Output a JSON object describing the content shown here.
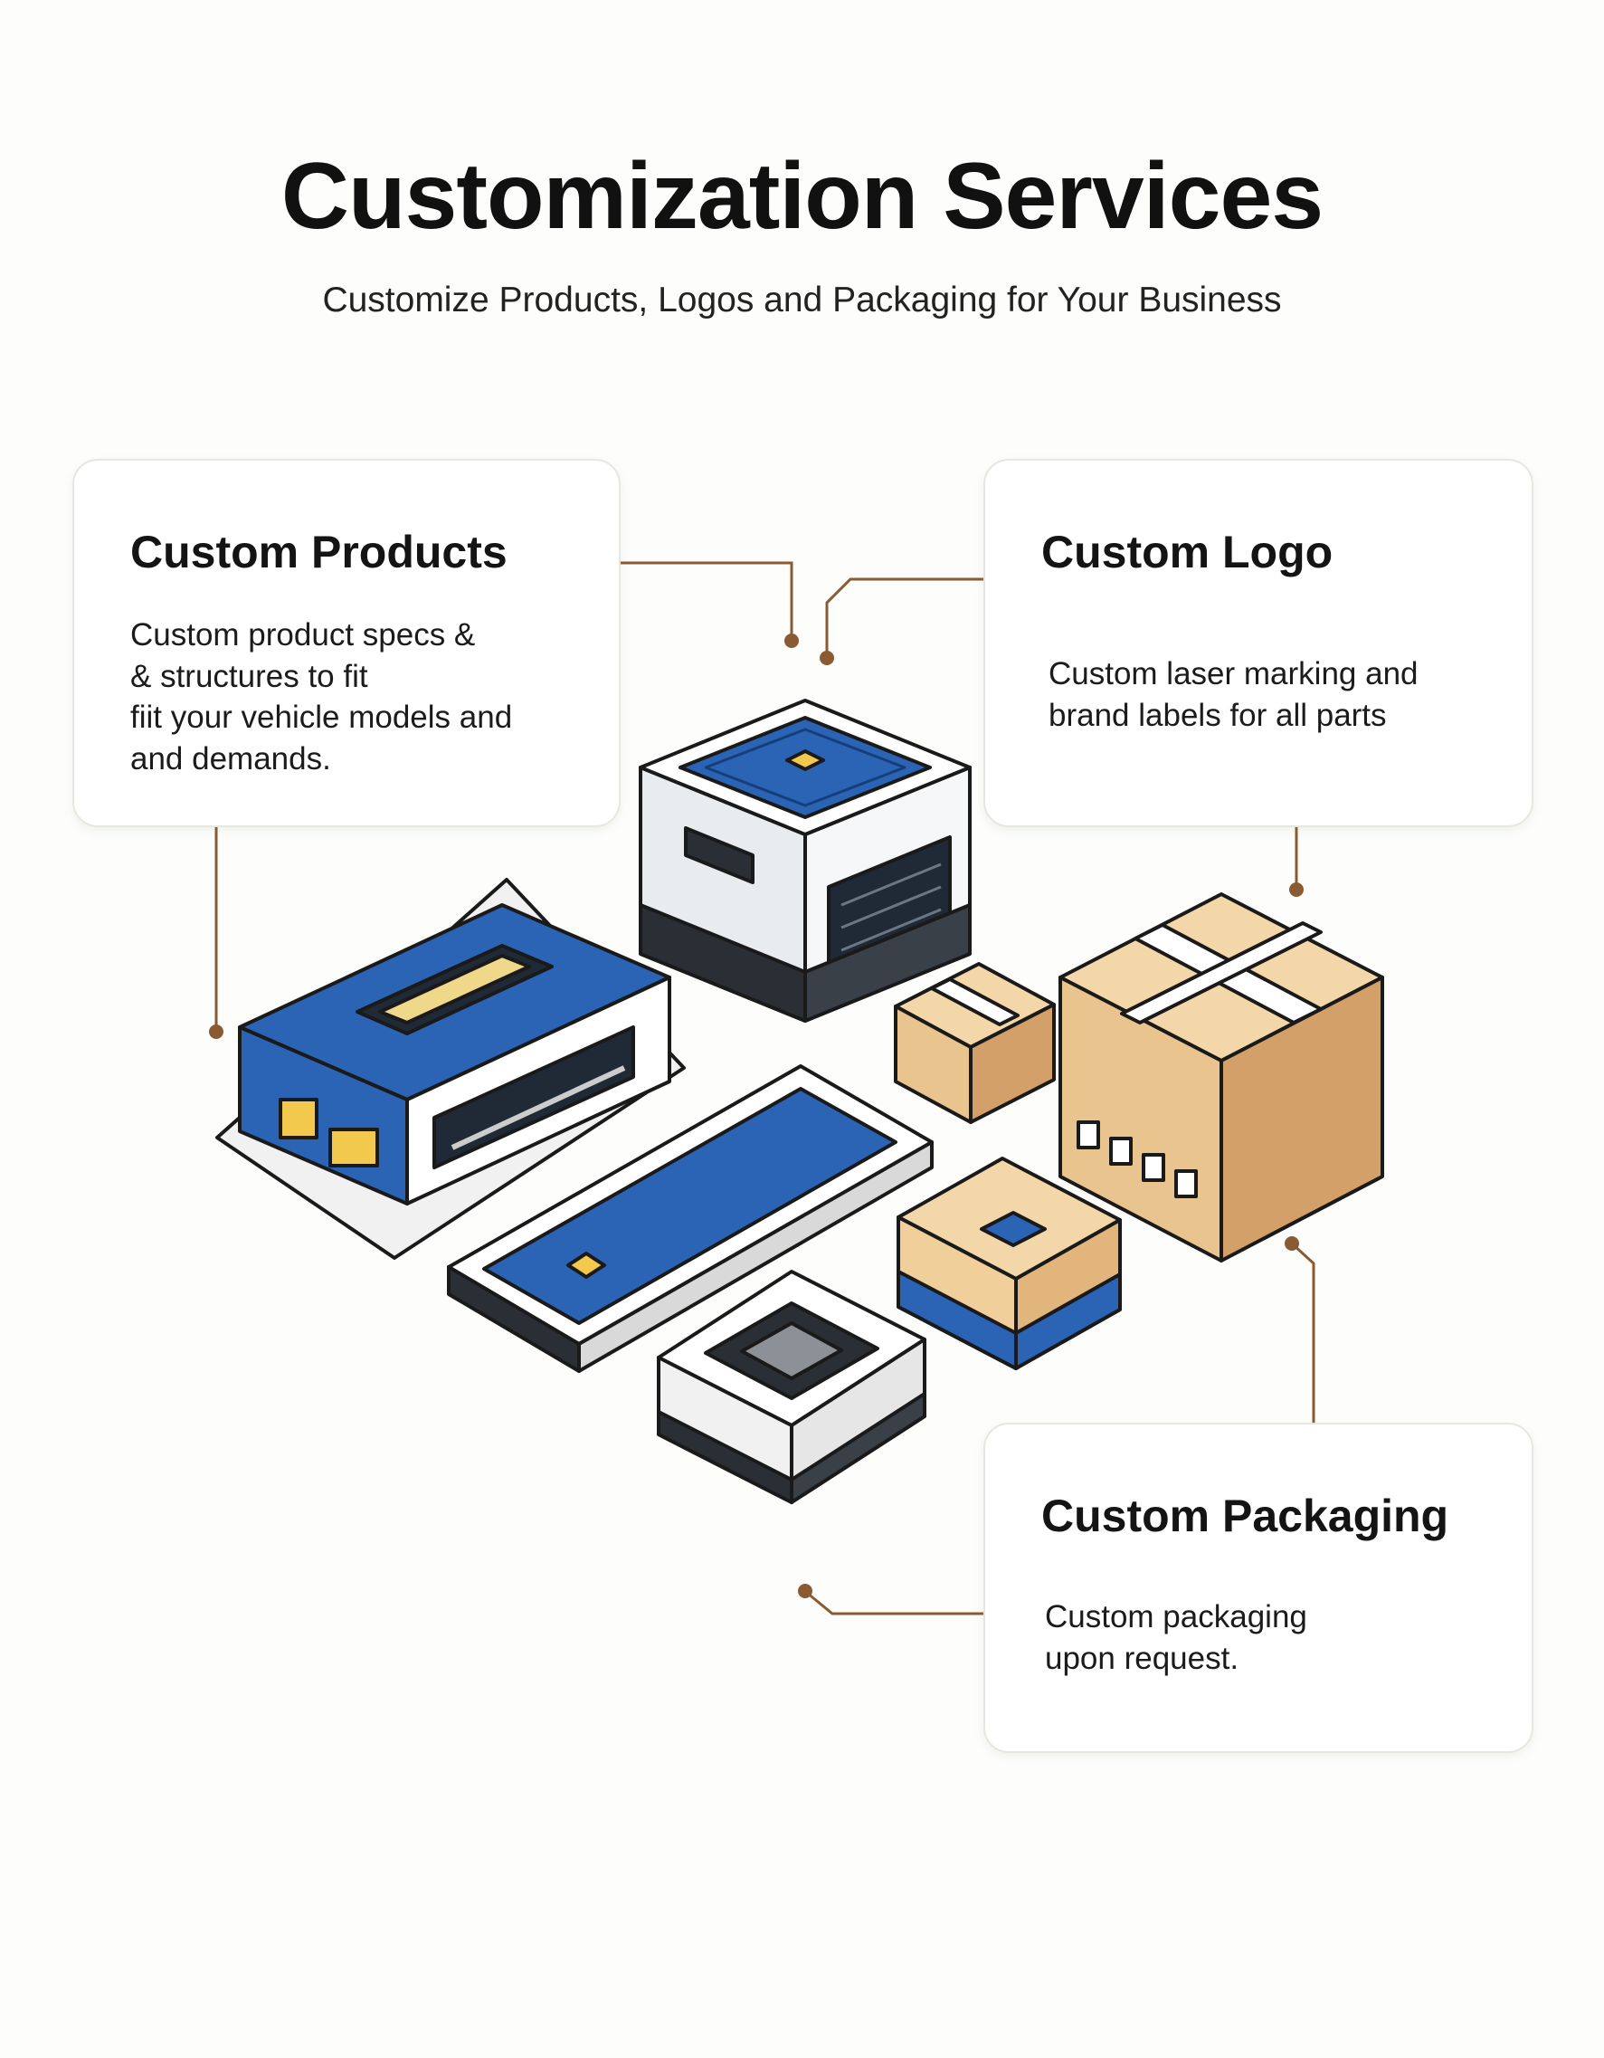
{
  "header": {
    "title": "Customization Services",
    "subtitle": "Customize Products, Logos and Packaging for Your Business"
  },
  "cards": {
    "products": {
      "title": "Custom Products",
      "lines": [
        "Custom product specs &",
        "& structures to fit",
        "fiit your vehicle models and",
        "and demands."
      ]
    },
    "logo": {
      "title": "Custom Logo",
      "lines": [
        "Custom laser marking and",
        "brand labels for all parts"
      ]
    },
    "packaging": {
      "title": "Custom Packaging",
      "lines": [
        "Custom packaging",
        "upon request."
      ]
    }
  },
  "colors": {
    "accent_blue": "#2b63b5",
    "connector_brown": "#8a5a33",
    "cardboard": "#e9c48e",
    "cardboard_dark": "#d3a06a"
  },
  "icons": [
    "fuse-box-icon",
    "relay-cube-icon",
    "blue-panel-icon",
    "sensor-module-icon",
    "small-box-icon",
    "large-box-icon",
    "branded-box-icon"
  ]
}
